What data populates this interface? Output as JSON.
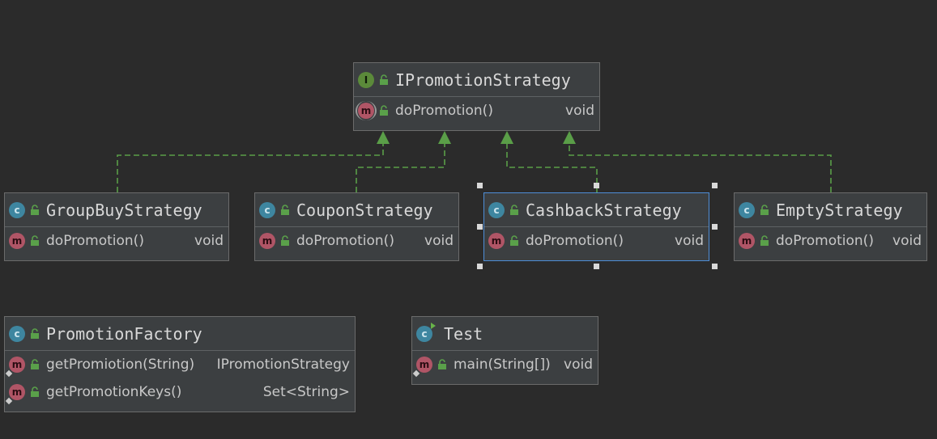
{
  "diagram": {
    "nodes": [
      {
        "id": "ipromotionstrategy",
        "kind": "interface",
        "badge": "I",
        "title": "IPromotionStrategy",
        "methods": [
          {
            "name": "doPromotion()",
            "type": "void",
            "abstract": true
          }
        ]
      },
      {
        "id": "groupbuystrategy",
        "kind": "class",
        "badge": "C",
        "title": "GroupBuyStrategy",
        "methods": [
          {
            "name": "doPromotion()",
            "type": "void"
          }
        ]
      },
      {
        "id": "couponstrategy",
        "kind": "class",
        "badge": "C",
        "title": "CouponStrategy",
        "methods": [
          {
            "name": "doPromotion()",
            "type": "void"
          }
        ]
      },
      {
        "id": "cashbackstrategy",
        "kind": "class",
        "badge": "C",
        "title": "CashbackStrategy",
        "selected": true,
        "methods": [
          {
            "name": "doPromotion()",
            "type": "void"
          }
        ]
      },
      {
        "id": "emptystrategy",
        "kind": "class",
        "badge": "C",
        "title": "EmptyStrategy",
        "methods": [
          {
            "name": "doPromotion()",
            "type": "void"
          }
        ]
      },
      {
        "id": "promotionfactory",
        "kind": "class",
        "badge": "C",
        "title": "PromotionFactory",
        "methods": [
          {
            "name": "getPromiotion(String)",
            "type": "IPromotionStrategy",
            "static": true
          },
          {
            "name": "getPromotionKeys()",
            "type": "Set<String>",
            "static": true
          }
        ]
      },
      {
        "id": "test",
        "kind": "class",
        "badge": "C",
        "runnable": true,
        "title": "Test",
        "methods": [
          {
            "name": "main(String[])",
            "type": "void",
            "static": true
          }
        ]
      }
    ],
    "edges": [
      {
        "from": "groupbuystrategy",
        "to": "ipromotionstrategy",
        "type": "realization"
      },
      {
        "from": "couponstrategy",
        "to": "ipromotionstrategy",
        "type": "realization"
      },
      {
        "from": "cashbackstrategy",
        "to": "ipromotionstrategy",
        "type": "realization"
      },
      {
        "from": "emptystrategy",
        "to": "ipromotionstrategy",
        "type": "realization"
      }
    ],
    "colors": {
      "background": "#2b2b2b",
      "node_fill": "#3c3f41",
      "node_border": "#6b6b6b",
      "selection": "#4e8ed8",
      "edge": "#5a9e48",
      "class_badge": "#3e86a0",
      "interface_badge": "#5b8a3a",
      "method_badge": "#b05566"
    }
  }
}
